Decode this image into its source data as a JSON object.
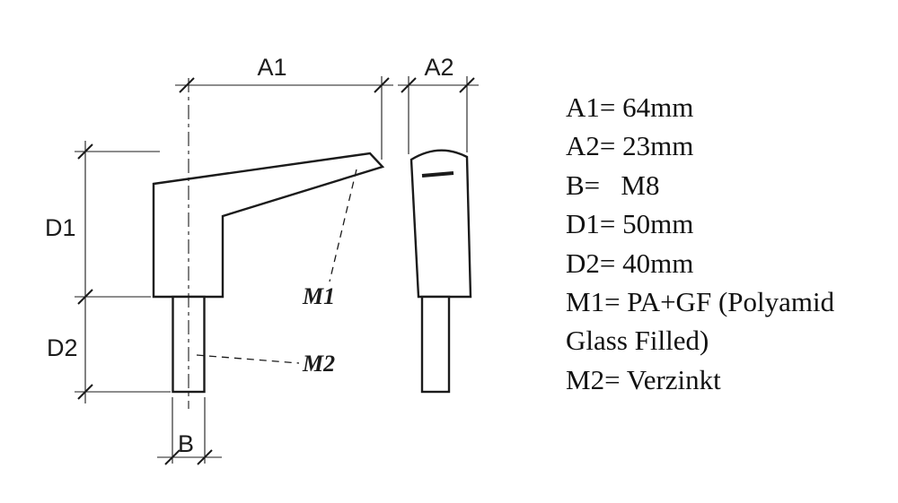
{
  "drawing": {
    "dimension_labels": {
      "a1": "A1",
      "a2": "A2",
      "d1": "D1",
      "d2": "D2",
      "b": "B"
    },
    "material_labels": {
      "m1": "M1",
      "m2": "M2"
    }
  },
  "specs": {
    "lines": [
      "A1= 64mm",
      "A2= 23mm",
      "B=   M8",
      "D1= 50mm",
      "D2= 40mm",
      "M1= PA+GF (Polyamid",
      "Glass Filled)",
      "M2= Verzinkt"
    ]
  },
  "colors": {
    "ink": "#1b1b1b",
    "background": "#ffffff"
  }
}
